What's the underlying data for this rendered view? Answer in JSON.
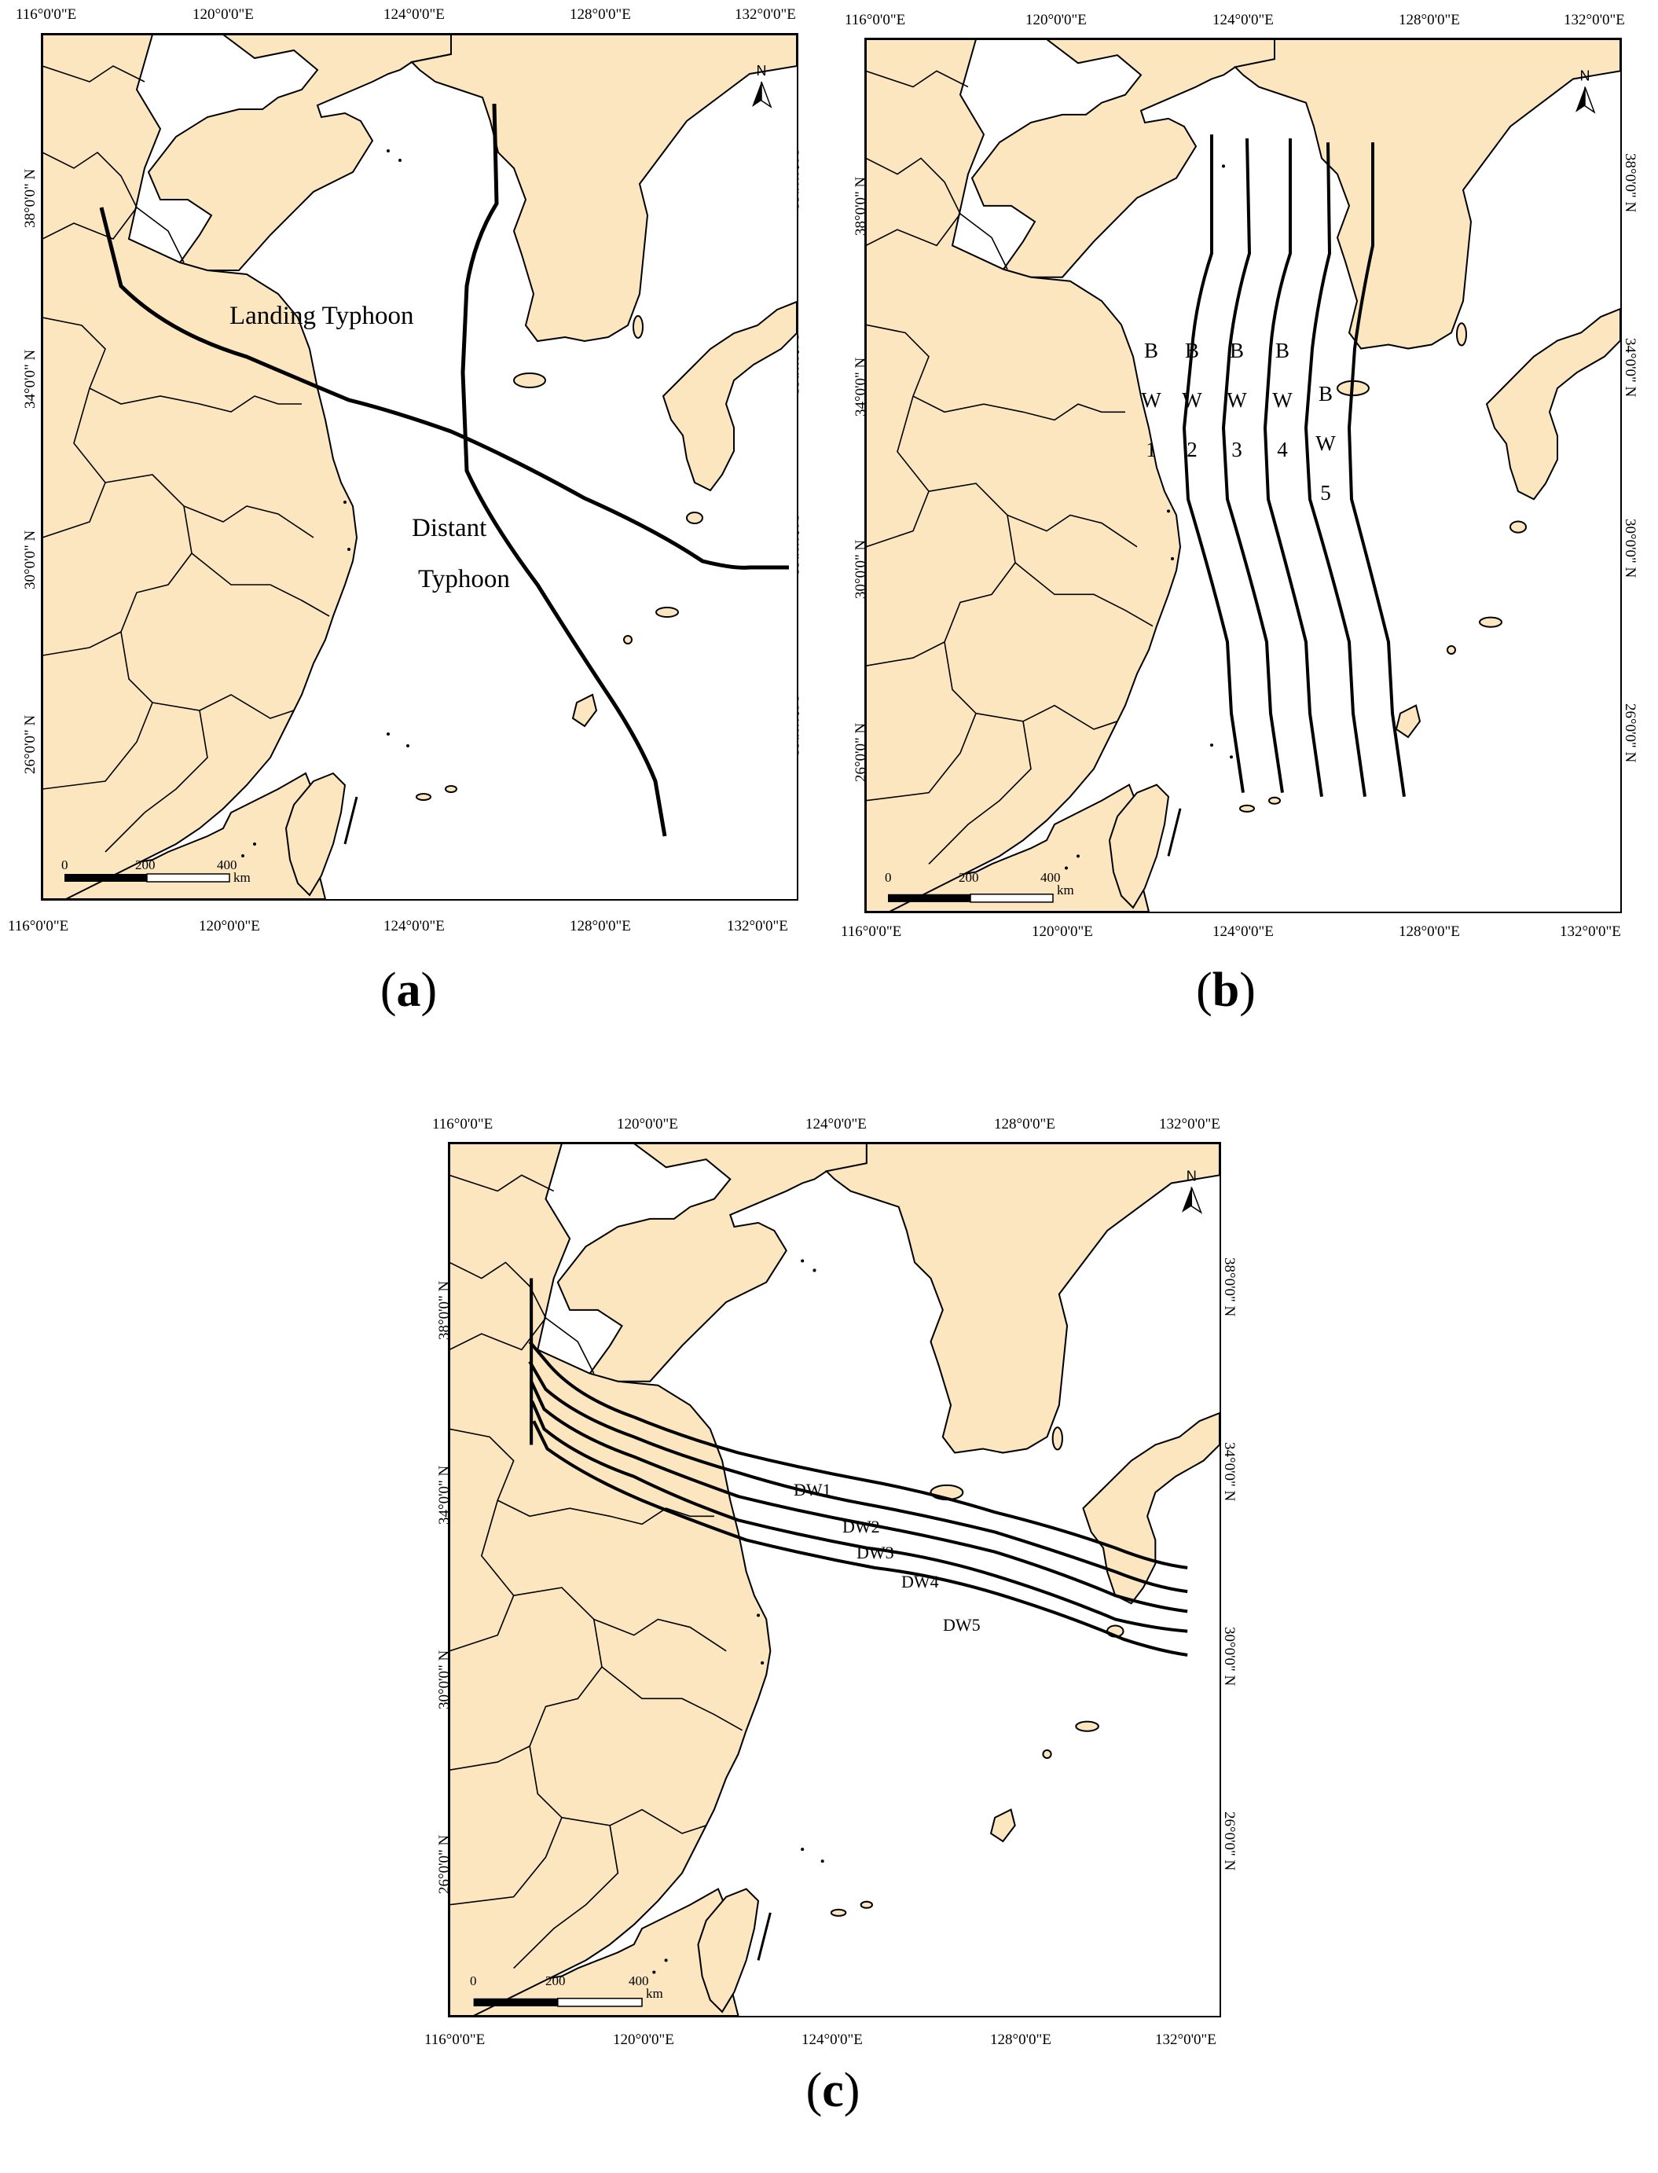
{
  "colors": {
    "land": "#fbe6bf",
    "sea": "#ffffff",
    "line": "#000000"
  },
  "axes": {
    "lon_ticks": [
      "116°0'0\"E",
      "120°0'0\"E",
      "124°0'0\"E",
      "128°0'0\"E",
      "132°0'0\"E"
    ],
    "lat_ticks": [
      "38°0'0\" N",
      "34°0'0\" N",
      "30°0'0\" N",
      "26°0'0\" N"
    ]
  },
  "scale": {
    "labels": [
      "0",
      "200",
      "400"
    ],
    "unit": "km"
  },
  "north_label": "N",
  "panels": {
    "a": {
      "caption": "a",
      "labels": {
        "landing": "Landing Typhoon",
        "distant_1": "Distant",
        "distant_2": "Typhoon"
      }
    },
    "b": {
      "caption": "b",
      "columns": [
        {
          "b": "B",
          "w": "W",
          "n": "1"
        },
        {
          "b": "B",
          "w": "W",
          "n": "2"
        },
        {
          "b": "B",
          "w": "W",
          "n": "3"
        },
        {
          "b": "B",
          "w": "W",
          "n": "4"
        },
        {
          "b": "B",
          "w": "W",
          "n": "5"
        }
      ]
    },
    "c": {
      "caption": "c",
      "labels": [
        "DW1",
        "DW2",
        "DW3",
        "DW4",
        "DW5"
      ]
    }
  }
}
